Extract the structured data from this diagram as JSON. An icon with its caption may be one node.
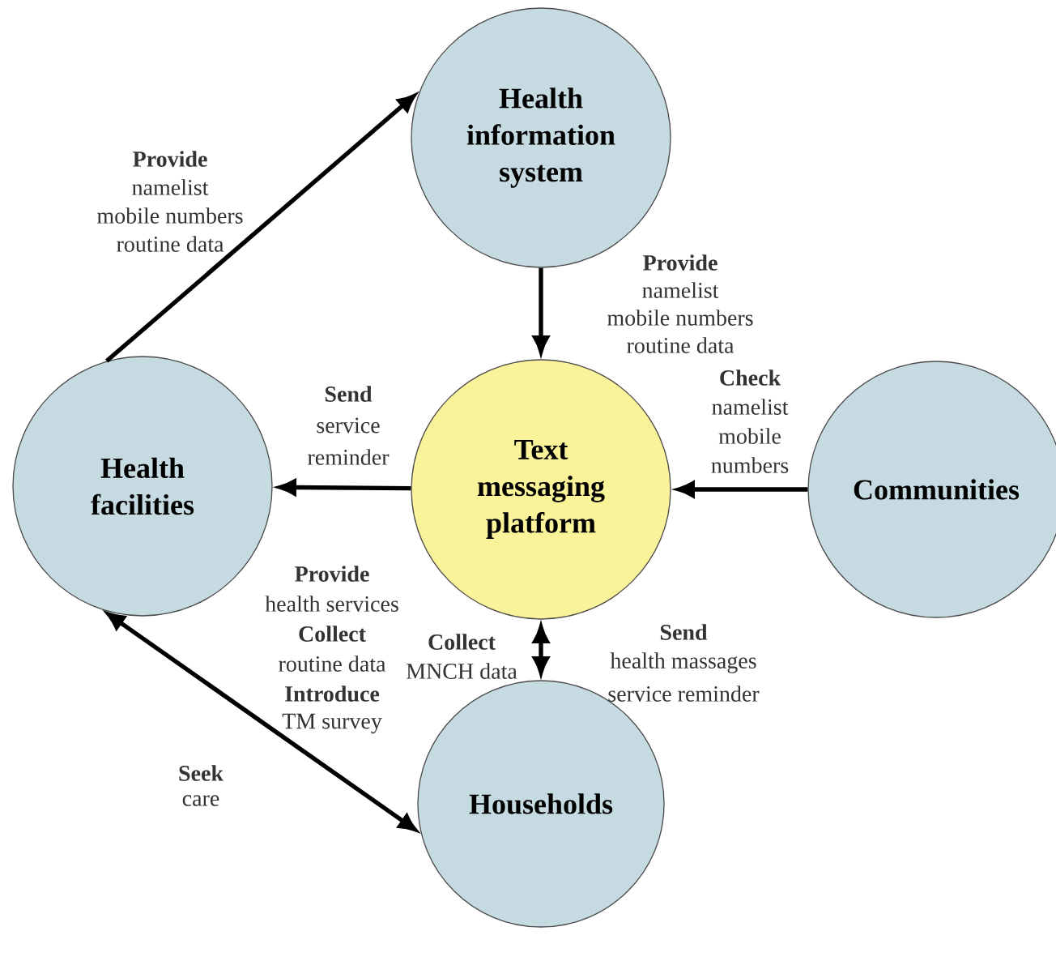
{
  "diagram": {
    "nodes": [
      {
        "text": [
          "Health information system"
        ]
      },
      {
        "text": [
          "Health facilities"
        ]
      },
      {
        "text": [
          "Text messaging platform"
        ]
      },
      {
        "text": [
          "Communities"
        ]
      },
      {
        "text": [
          "Households"
        ]
      }
    ],
    "edges": [
      {
        "from": 1,
        "to": 0,
        "arrow": "to"
      },
      {
        "from": 0,
        "to": 2,
        "arrow": "to"
      },
      {
        "from": 2,
        "to": 1,
        "arrow": "to"
      },
      {
        "from": 3,
        "to": 2,
        "arrow": "to"
      },
      {
        "from": 2,
        "to": 4,
        "arrow": "both"
      },
      {
        "from": 1,
        "to": 4,
        "arrow": "both"
      }
    ],
    "labels": [
      "Provide",
      "namelist",
      "mobile numbers",
      "routine data",
      "Provide",
      "namelist",
      "mobile numbers",
      "routine data",
      "Send",
      "service",
      "reminder",
      "Check",
      "namelist",
      "mobile",
      "numbers",
      "Provide",
      "health services",
      "Collect",
      "routine data",
      "Introduce",
      "TM survey",
      "Collect",
      "MNCH data",
      "Send",
      "health massages",
      "service reminder",
      "Seek",
      "care"
    ]
  }
}
